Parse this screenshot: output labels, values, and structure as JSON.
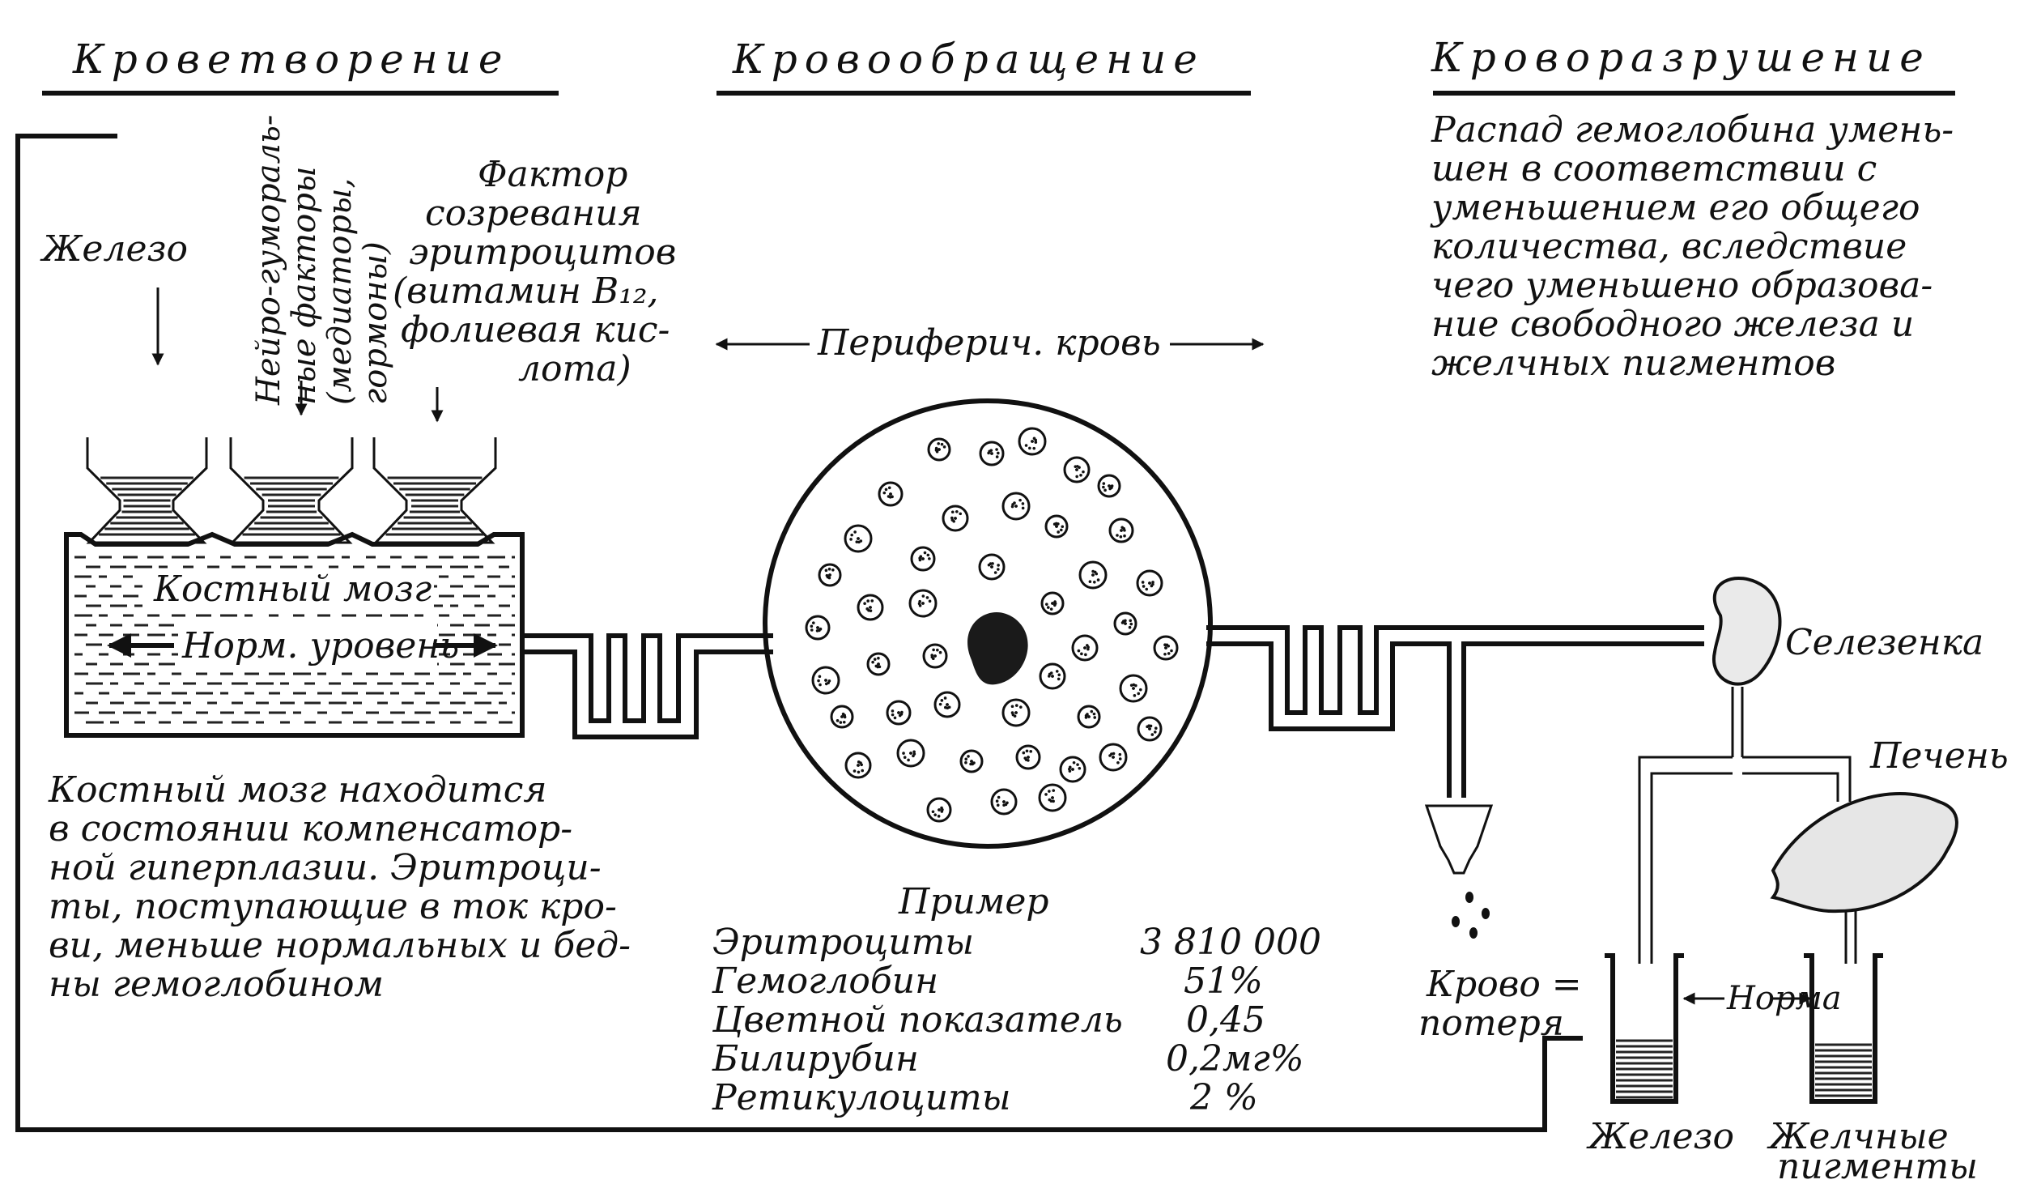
{
  "headings": {
    "hematopoiesis": "Кроветворение",
    "circulation": "Кровообращение",
    "hemolysis": "Кроворазрушение"
  },
  "left": {
    "iron_label": "Железо",
    "neuro_lines": [
      "Нейро-гумораль-",
      "ные факторы",
      "(медиаторы,",
      "гормоны)"
    ],
    "maturation_lines": [
      "Фактор",
      "созревания",
      "эритроцитов",
      "(витамин B₁₂,",
      "фолиевая кис-",
      "лота)"
    ],
    "bone_marrow_label": "Костный мозг",
    "norm_level_label": "Норм. уровень",
    "description_lines": [
      "Костный мозг находится",
      "в состоянии компенсатор-",
      "ной гиперплазии. Эритроци-",
      "ты, поступающие в ток кро-",
      "ви, меньше нормальных и бед-",
      "ны гемоглобином"
    ]
  },
  "center": {
    "peripheral_blood_label": "Периферич. кровь",
    "example_title": "Пример",
    "example_rows": [
      {
        "name": "Эритроциты",
        "value": "3 810 000"
      },
      {
        "name": "Гемоглобин",
        "value": "51%"
      },
      {
        "name": "Цветной показатель",
        "value": "0,45"
      },
      {
        "name": "Билирубин",
        "value": "0,2мг%"
      },
      {
        "name": "Ретикулоциты",
        "value": "2 %"
      }
    ]
  },
  "right": {
    "description_lines": [
      "Распад гемоглобина умень-",
      "шен в соответствии с",
      "уменьшением его общего",
      "количества, вследствие",
      "чего уменьшено образова-",
      "ние свободного железа и",
      "желчных пигментов"
    ],
    "spleen_label": "Селезенка",
    "liver_label": "Печень",
    "blood_loss_lines": [
      "Крово =",
      "потеря"
    ],
    "norm_label": "Норма",
    "iron_label": "Железо",
    "bile_lines": [
      "Желчные",
      "пигменты"
    ]
  }
}
